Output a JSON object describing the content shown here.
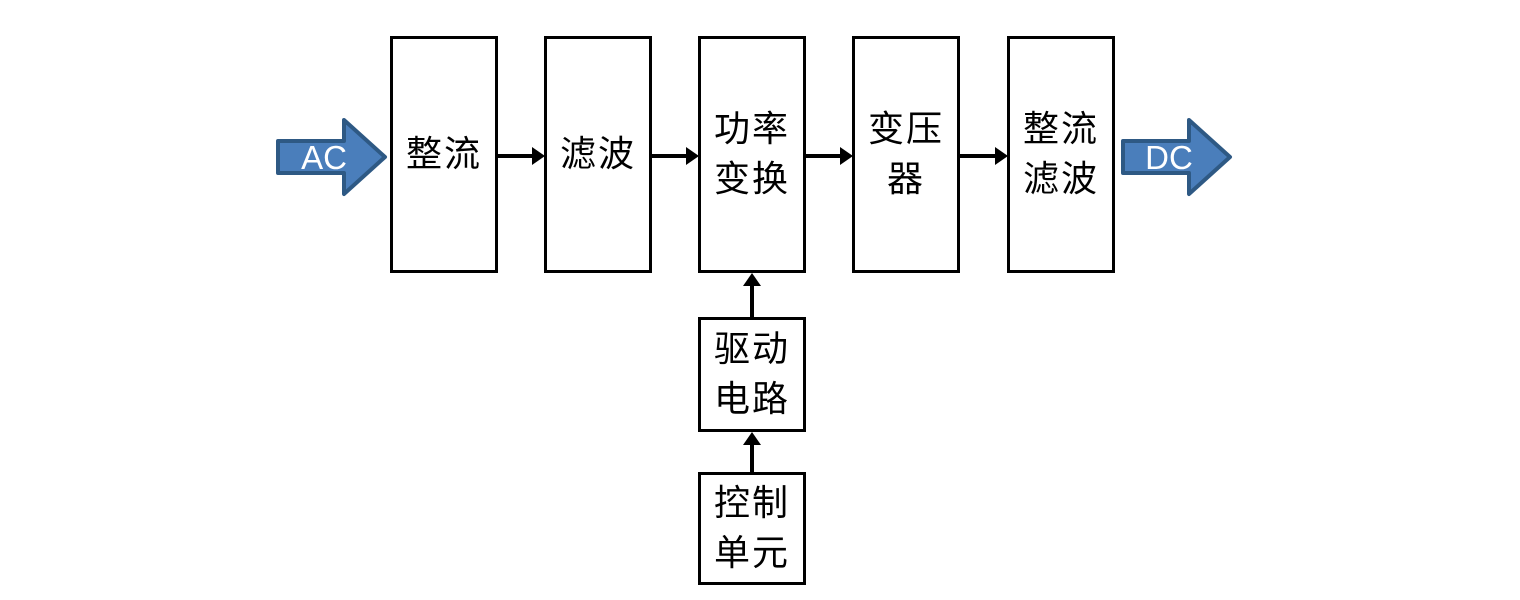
{
  "diagram": {
    "input_label": "AC",
    "output_label": "DC",
    "blocks": {
      "rectifier": {
        "label": "整流"
      },
      "filter": {
        "label": "滤波"
      },
      "power_conversion": {
        "line1": "功率",
        "line2": "变换"
      },
      "transformer": {
        "line1": "变压",
        "line2": "器"
      },
      "rectifier_filter": {
        "line1": "整流",
        "line2": "滤波"
      },
      "drive_circuit": {
        "line1": "驱动",
        "line2": "电路"
      },
      "control_unit": {
        "line1": "控制",
        "line2": "单元"
      }
    },
    "connections": [
      {
        "from": "ac_input",
        "to": "rectifier"
      },
      {
        "from": "rectifier",
        "to": "filter"
      },
      {
        "from": "filter",
        "to": "power_conversion"
      },
      {
        "from": "power_conversion",
        "to": "transformer"
      },
      {
        "from": "transformer",
        "to": "rectifier_filter"
      },
      {
        "from": "rectifier_filter",
        "to": "dc_output"
      },
      {
        "from": "drive_circuit",
        "to": "power_conversion"
      },
      {
        "from": "control_unit",
        "to": "drive_circuit"
      }
    ],
    "colors": {
      "flow_arrow_fill": "#4A7EBB",
      "flow_arrow_border": "#2E5984",
      "flow_arrow_text": "#FFFFFF",
      "box_border": "#000000",
      "connector": "#000000",
      "background": "#FFFFFF"
    }
  }
}
